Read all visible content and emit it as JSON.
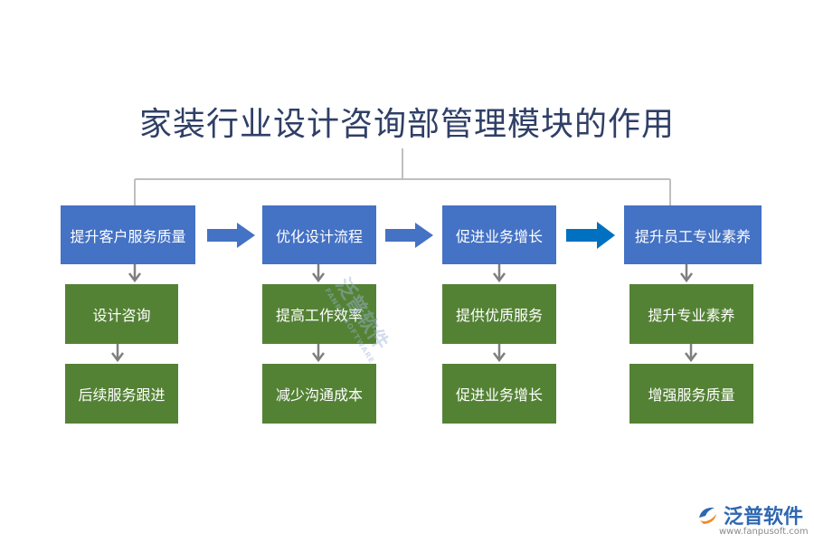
{
  "title": "家装行业设计咨询部管理模块的作用",
  "columns": [
    {
      "head": "提升客户服务质量",
      "items": [
        "设计咨询",
        "后续服务跟进"
      ]
    },
    {
      "head": "优化设计流程",
      "items": [
        "提高工作效率",
        "减少沟通成本"
      ]
    },
    {
      "head": "促进业务增长",
      "items": [
        "提供优质服务",
        "促进业务增长"
      ]
    },
    {
      "head": "提升员工专业素养",
      "items": [
        "提升专业素养",
        "增强服务质量"
      ]
    }
  ],
  "watermark": {
    "text": "泛普软件",
    "sub": "FANPU SOFTWARE"
  },
  "logo": {
    "text": "泛普软件",
    "url": "www.fanpusoft.com"
  },
  "colors": {
    "head_box": "#4472c4",
    "item_box": "#548235",
    "arrow_light": "#4472c4",
    "arrow_dark": "#0070c0",
    "connector": "#7f7f7f"
  }
}
